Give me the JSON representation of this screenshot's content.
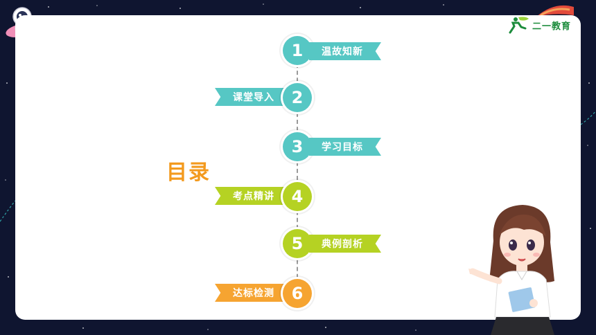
{
  "brand": {
    "logo_text": "二一教育"
  },
  "toc": {
    "title": "目录",
    "items": [
      {
        "number": "1",
        "label": "温故知新",
        "color": "#56c7c4",
        "side": "right"
      },
      {
        "number": "2",
        "label": "课堂导入",
        "color": "#56c7c4",
        "side": "left"
      },
      {
        "number": "3",
        "label": "学习目标",
        "color": "#56c7c4",
        "side": "right"
      },
      {
        "number": "4",
        "label": "考点精讲",
        "color": "#b5d223",
        "side": "left"
      },
      {
        "number": "5",
        "label": "典例剖析",
        "color": "#b5d223",
        "side": "right"
      },
      {
        "number": "6",
        "label": "达标检测",
        "color": "#f6a431",
        "side": "left"
      }
    ]
  },
  "colors": {
    "background": "#0f1530",
    "card": "#ffffff",
    "title": "#f39a1e",
    "teal": "#56c7c4",
    "lime": "#b5d223",
    "orange": "#f6a431"
  },
  "decorations": {
    "top_left": "astronaut-icon",
    "top_right": "rocket-icon",
    "bottom_right": "cartoon-girl-illustration"
  }
}
